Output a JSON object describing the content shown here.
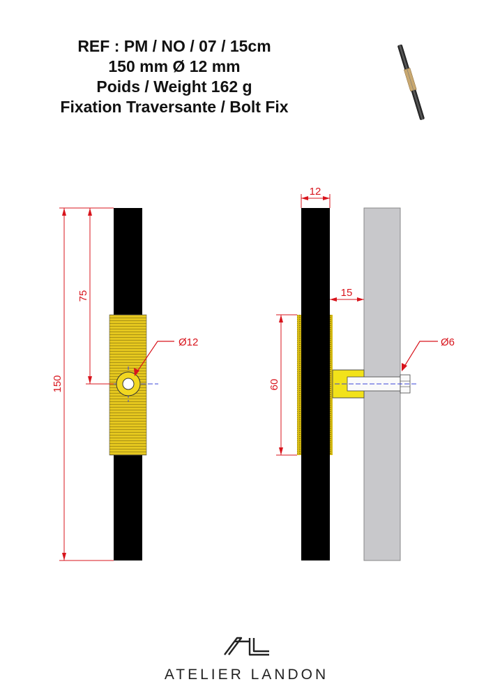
{
  "header": {
    "ref": "REF : PM / NO / 07 / 15cm",
    "size": "150 mm Ø 12 mm",
    "weight": "Poids / Weight 162 g",
    "fixation": "Fixation Traversante / Bolt Fix"
  },
  "dimensions": {
    "total_length": "150",
    "bolt_position": "75",
    "bar_diameter": "Ø12",
    "bar_width": "12",
    "standoff": "15",
    "grip_length": "60",
    "bolt_diameter": "Ø6"
  },
  "brand": {
    "logo_text": "AL",
    "name": "ATELIER LANDON"
  },
  "colors": {
    "bar": "#000000",
    "grip": "#e6c81e",
    "door": "#c8c8cb",
    "dimension": "#d8141c"
  }
}
